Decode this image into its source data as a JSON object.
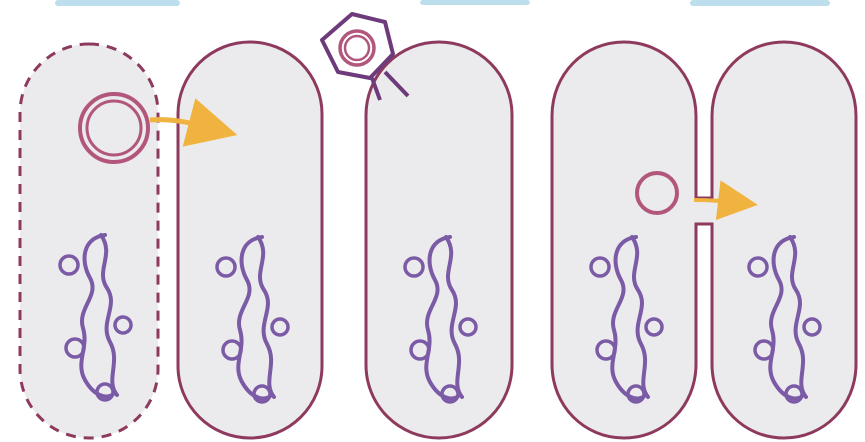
{
  "colors": {
    "background": "#ffffff",
    "cell_fill": "#ebebed",
    "cell_outline": "#8e3a5e",
    "donor_outline_dashed": "#8e3a5e",
    "plasmid": "#b2567c",
    "chromosome": "#7b5aa6",
    "arrow": "#f0b340",
    "phage": "#6d3b7c",
    "top_title": "#6cb8d8"
  },
  "icons": {
    "transformation_arrow": "arrow-right-icon",
    "conjugation_arrow": "arrow-right-icon",
    "phage": "bacteriophage-icon",
    "plasmid": "plasmid-ring-icon",
    "chromosome": "chromosome-coil-icon"
  },
  "panels": [
    {
      "id": "transformation",
      "cells": [
        "dead-donor",
        "recipient"
      ]
    },
    {
      "id": "transduction",
      "cells": [
        "phage-infected"
      ]
    },
    {
      "id": "conjugation",
      "cells": [
        "donor",
        "recipient"
      ]
    }
  ]
}
